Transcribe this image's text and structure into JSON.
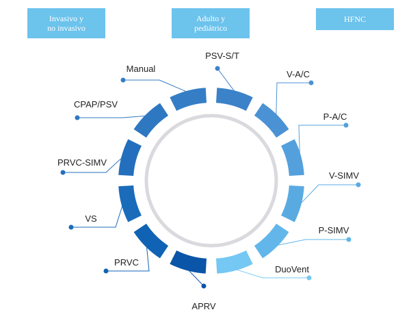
{
  "tags": [
    {
      "label": "Invasivo y\nno invasivo"
    },
    {
      "label": "Adulto y\npediátrico"
    },
    {
      "label": "HFNC"
    }
  ],
  "modes": [
    {
      "label": "PSV-S/T",
      "color": "#3b82c9"
    },
    {
      "label": "V-A/C",
      "color": "#4a92d4"
    },
    {
      "label": "P-A/C",
      "color": "#54a0dc"
    },
    {
      "label": "V-SIMV",
      "color": "#5aaae2"
    },
    {
      "label": "P-SIMV",
      "color": "#62b6e9"
    },
    {
      "label": "DuoVent",
      "color": "#74c8f3"
    },
    {
      "label": "APRV",
      "color": "#0a55a8"
    },
    {
      "label": "PRVC",
      "color": "#1062b4"
    },
    {
      "label": "VS",
      "color": "#1a6cbb"
    },
    {
      "label": "PRVC-SIMV",
      "color": "#236fbd"
    },
    {
      "label": "CPAP/PSV",
      "color": "#2e78c2"
    },
    {
      "label": "Manual",
      "color": "#357ec6"
    }
  ],
  "colors": {
    "inner_ring": "#d9d9de",
    "tag_bg": "#6cc3ec"
  }
}
